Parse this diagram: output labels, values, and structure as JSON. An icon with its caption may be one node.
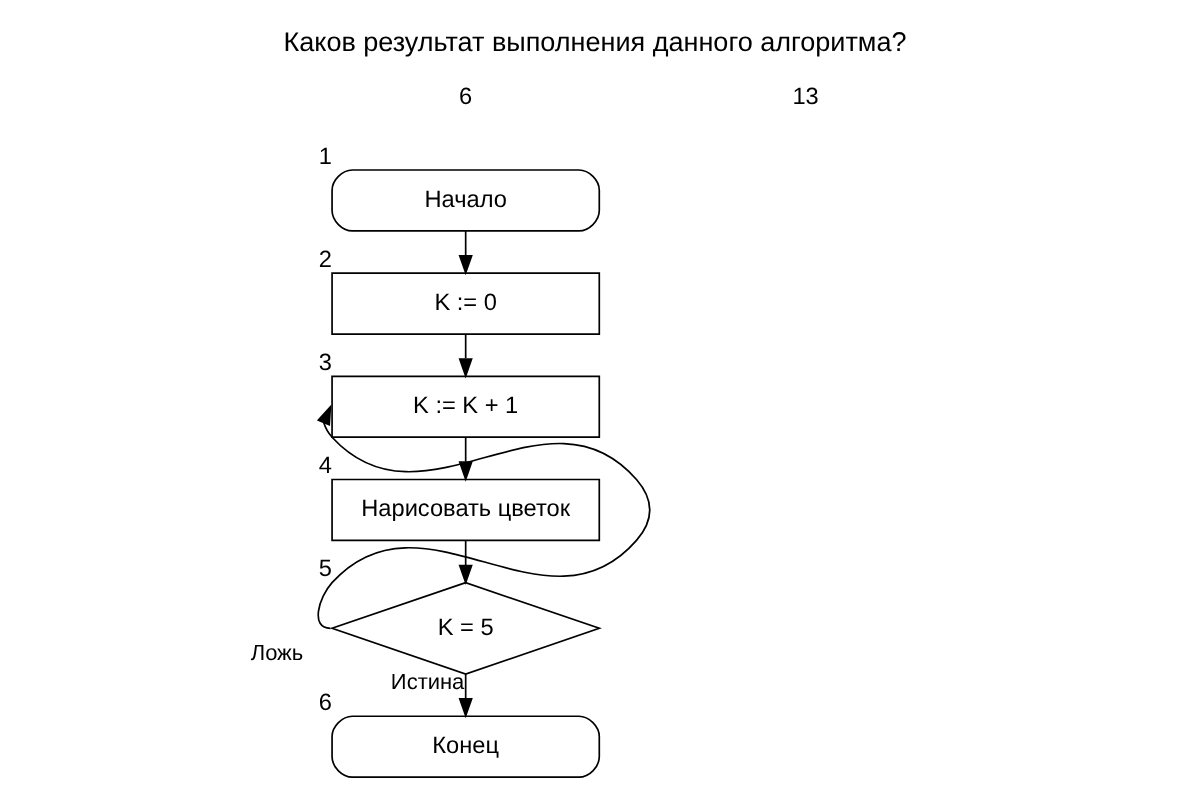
{
  "diagram": {
    "title": "Каков результат выполнения данного алгоритма?",
    "nodes": [
      {
        "text": [
          "Начало"
        ],
        "beside": [
          "1"
        ]
      },
      {
        "text": [
          "K := 0"
        ],
        "beside": [
          "2"
        ]
      },
      {
        "text": [
          "K := K + 1"
        ],
        "beside": [
          "3"
        ]
      },
      {
        "text": [
          "Нарисовать цветок"
        ],
        "beside": [
          "4"
        ]
      },
      {
        "text": [
          "K = 5"
        ],
        "beside": [
          "5"
        ]
      },
      {
        "text": [
          "Конец"
        ],
        "beside": [
          "6"
        ]
      }
    ],
    "edges": [
      {
        "from": 0,
        "to": 1,
        "arrow": "to"
      },
      {
        "from": 1,
        "to": 2,
        "arrow": "to"
      },
      {
        "from": 2,
        "to": 3,
        "arrow": "to"
      },
      {
        "from": 3,
        "to": 4,
        "arrow": "to"
      },
      {
        "from": 4,
        "to": 2,
        "arrow": "to",
        "label": "Ложь"
      },
      {
        "from": 4,
        "to": 5,
        "arrow": "to",
        "label": "Истина"
      }
    ],
    "labels": [
      "6",
      "13"
    ]
  }
}
